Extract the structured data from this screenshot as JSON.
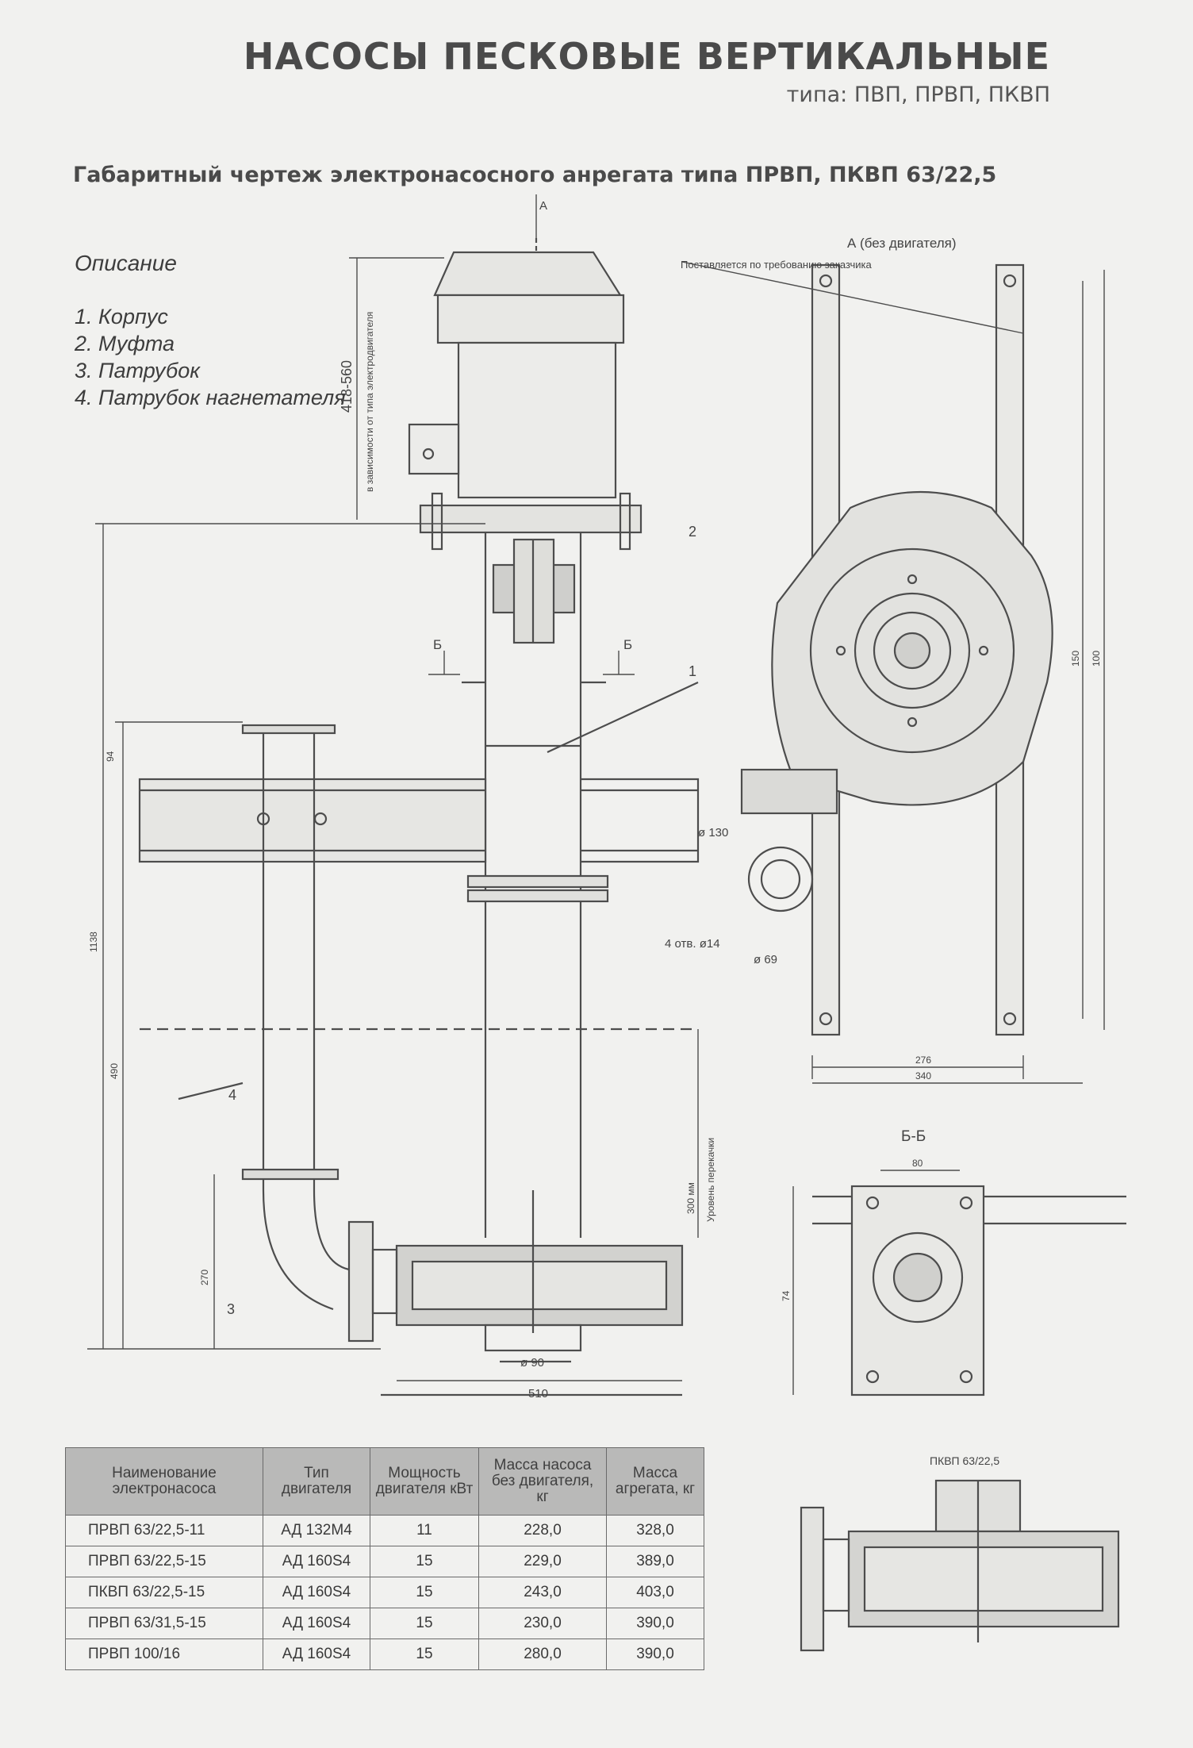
{
  "header": {
    "title": "НАСОСЫ ПЕСКОВЫЕ ВЕРТИКАЛЬНЫЕ",
    "subtitle": "типа: ПВП, ПРВП, ПКВП"
  },
  "drawing_title": "Габаритный чертеж электронасосного анрегата типа ПРВП, ПКВП 63/22,5",
  "legend": {
    "title": "Описание",
    "items": [
      "1. Корпус",
      "2. Муфта",
      "3. Патрубок",
      "4. Патрубок нагнетателя"
    ]
  },
  "drawing": {
    "view_a_label": "А",
    "view_a_title": "А (без двигателя)",
    "supplied_note": "Поставляется по требованию заказчика",
    "height_range": "418-560",
    "height_note": "в зависимости от типа электродвигателя",
    "callout_1": "1",
    "callout_2": "2",
    "callout_3": "3",
    "callout_4": "4",
    "section_b": "Б",
    "section_bb": "Б-Б",
    "dia_130": "ø 130",
    "holes": "4 отв. ø14",
    "dia_69": "ø 69",
    "dia_90": "ø 90",
    "dim_510": "510",
    "dim_276": "276",
    "dim_340": "340",
    "dim_80": "80",
    "dim_94": "94",
    "dim_1138": "1138",
    "dim_490": "490",
    "dim_270": "270",
    "dim_300": "300 мм",
    "level_note": "Уровень перекачки",
    "dim_150": "150",
    "dim_100": "100",
    "dim_74": "74",
    "pkvp_label": "ПКВП 63/22,5"
  },
  "table": {
    "headers": [
      "Наименование электронасоса",
      "Тип двигателя",
      "Мощность двигателя кВт",
      "Масса насоса без двигателя, кг",
      "Масса агрегата, кг"
    ],
    "rows": [
      [
        "ПРВП 63/22,5-11",
        "АД 132М4",
        "11",
        "228,0",
        "328,0"
      ],
      [
        "ПРВП 63/22,5-15",
        "АД 160S4",
        "15",
        "229,0",
        "389,0"
      ],
      [
        "ПКВП 63/22,5-15",
        "АД 160S4",
        "15",
        "243,0",
        "403,0"
      ],
      [
        "ПРВП 63/31,5-15",
        "АД 160S4",
        "15",
        "230,0",
        "390,0"
      ],
      [
        "ПРВП 100/16",
        "АД 160S4",
        "15",
        "280,0",
        "390,0"
      ]
    ]
  }
}
